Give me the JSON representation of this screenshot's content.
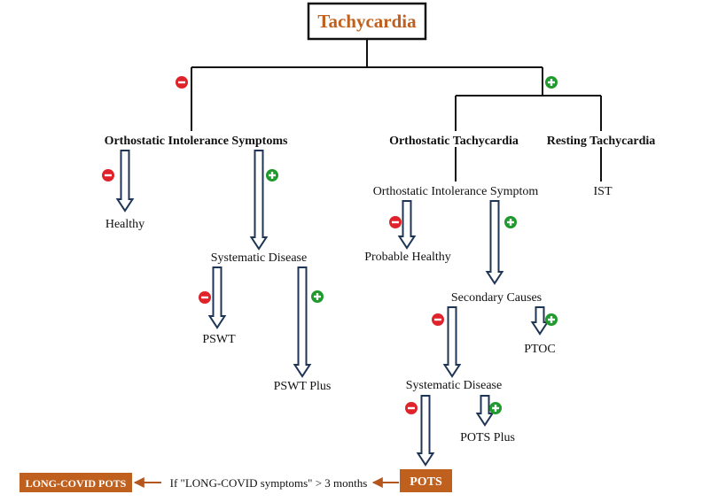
{
  "colors": {
    "accent_box": "#c0601e",
    "arrow_outline": "#1f3556",
    "negative_badge": "#e0222a",
    "positive_badge": "#1f9a2c",
    "connector": "#b5561e"
  },
  "title": "Tachycardia",
  "nodes": {
    "orthostatic_intolerance_symptoms": "Orthostatic Intolerance Symptoms",
    "orthostatic_tachycardia": "Orthostatic Tachycardia",
    "resting_tachycardia": "Resting Tachycardia",
    "healthy": "Healthy",
    "systematic_disease_left": "Systematic Disease",
    "pswt": "PSWT",
    "pswt_plus": "PSWT Plus",
    "orthostatic_intolerance_symptom": "Orthostatic Intolerance Symptom",
    "ist": "IST",
    "probable_healthy": "Probable Healthy",
    "secondary_causes": "Secondary Causes",
    "ptoc": "PTOC",
    "systematic_disease_right": "Systematic Disease",
    "pots_plus": "POTS Plus",
    "pots": "POTS",
    "long_covid_pots": "LONG-COVID POTS",
    "long_covid_condition": "If \"LONG-COVID symptoms\" > 3 months"
  }
}
